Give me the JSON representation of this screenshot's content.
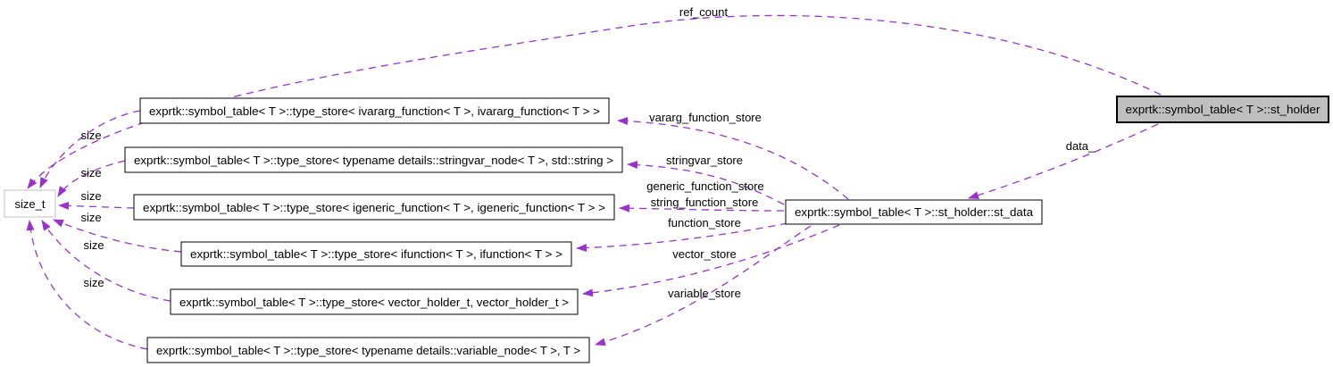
{
  "diagram": {
    "kind": "collaboration-graph",
    "colors": {
      "edge": "#9932cc",
      "node_fill": "#ffffff",
      "node_border": "#000000",
      "external_node_border": "#c0c0c0",
      "highlight_node_fill": "#bfbfbf",
      "background": "#ffffff",
      "text": "#000000"
    },
    "nodes": {
      "size_t": {
        "label": "size_t"
      },
      "ts_ivararg": {
        "label": "exprtk::symbol_table< T >::type_store< ivararg_function< T >, ivararg_function< T > >"
      },
      "ts_stringvar": {
        "label": "exprtk::symbol_table< T >::type_store< typename details::stringvar_node< T >, std::string >"
      },
      "ts_igeneric": {
        "label": "exprtk::symbol_table< T >::type_store< igeneric_function< T >, igeneric_function< T > >"
      },
      "ts_ifunction": {
        "label": "exprtk::symbol_table< T >::type_store< ifunction< T >, ifunction< T > >"
      },
      "ts_vector": {
        "label": "exprtk::symbol_table< T >::type_store< vector_holder_t, vector_holder_t >"
      },
      "ts_variable": {
        "label": "exprtk::symbol_table< T >::type_store< typename details::variable_node< T >, T >"
      },
      "st_data": {
        "label": "exprtk::symbol_table< T >::st_holder::st_data"
      },
      "st_holder": {
        "label": "exprtk::symbol_table< T >::st_holder"
      }
    },
    "edge_labels": {
      "ref_count": "ref_count",
      "data": "data_",
      "size": "size",
      "vararg": "vararg_function_store",
      "stringvar": "stringvar_store",
      "generic": "generic_function_store",
      "string_fn": "string_function_store",
      "function": "function_store",
      "vector": "vector_store",
      "variable": "variable_store"
    }
  }
}
